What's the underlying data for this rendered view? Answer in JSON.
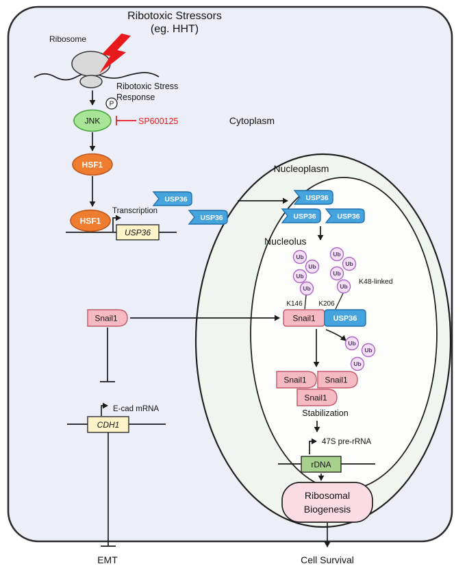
{
  "figure": {
    "title_line1": "Ribotoxic Stressors",
    "title_line2": "(eg. HHT)"
  },
  "regions": {
    "cytoplasm": "Cytoplasm",
    "nucleoplasm": "Nucleoplasm",
    "nucleolus": "Nucleolus"
  },
  "nodes": {
    "ribosome": "Ribosome",
    "stress_response_line1": "Ribotoxic Stress",
    "stress_response_line2": "Response",
    "jnk": "JNK",
    "phospho": "P",
    "sp600125": "SP600125",
    "hsf1": "HSF1",
    "transcription": "Transcription",
    "usp36_gene": "USP36",
    "usp36": "USP36",
    "snail1": "Snail1",
    "ub": "Ub",
    "k48_linked": "K48-linked",
    "k146": "K146",
    "k206": "K206",
    "stabilization": "Stabilization",
    "pre_rrna": "47S pre-rRNA",
    "rdna": "rDNA",
    "ecad_mrna": "E-cad mRNA",
    "cdh1": "CDH1",
    "ribosomal_line1": "Ribosomal",
    "ribosomal_line2": "Biogenesis"
  },
  "outcomes": {
    "emt": "EMT",
    "cell_survival": "Cell Survival"
  },
  "colors": {
    "cell_fill": "#edeff8",
    "nucleus_fill": "#f0f6ef",
    "nucleolus_fill": "#fdfdfb",
    "jnk_green": "#a9e596",
    "hsf1_orange": "#ee7d2f",
    "usp36_blue": "#45a4de",
    "gene_box_yellow": "#fdf3c8",
    "snail1_pink": "#f6bac2",
    "ub_lavender": "#f4e1f7",
    "rdna_green": "#a9d18e",
    "ribosomal_biogenesis_pink": "#fbdce4",
    "ribosome_gray": "#d9d9d9",
    "inhibitor_red": "#e8191c",
    "line_black": "#1a1a1a"
  }
}
